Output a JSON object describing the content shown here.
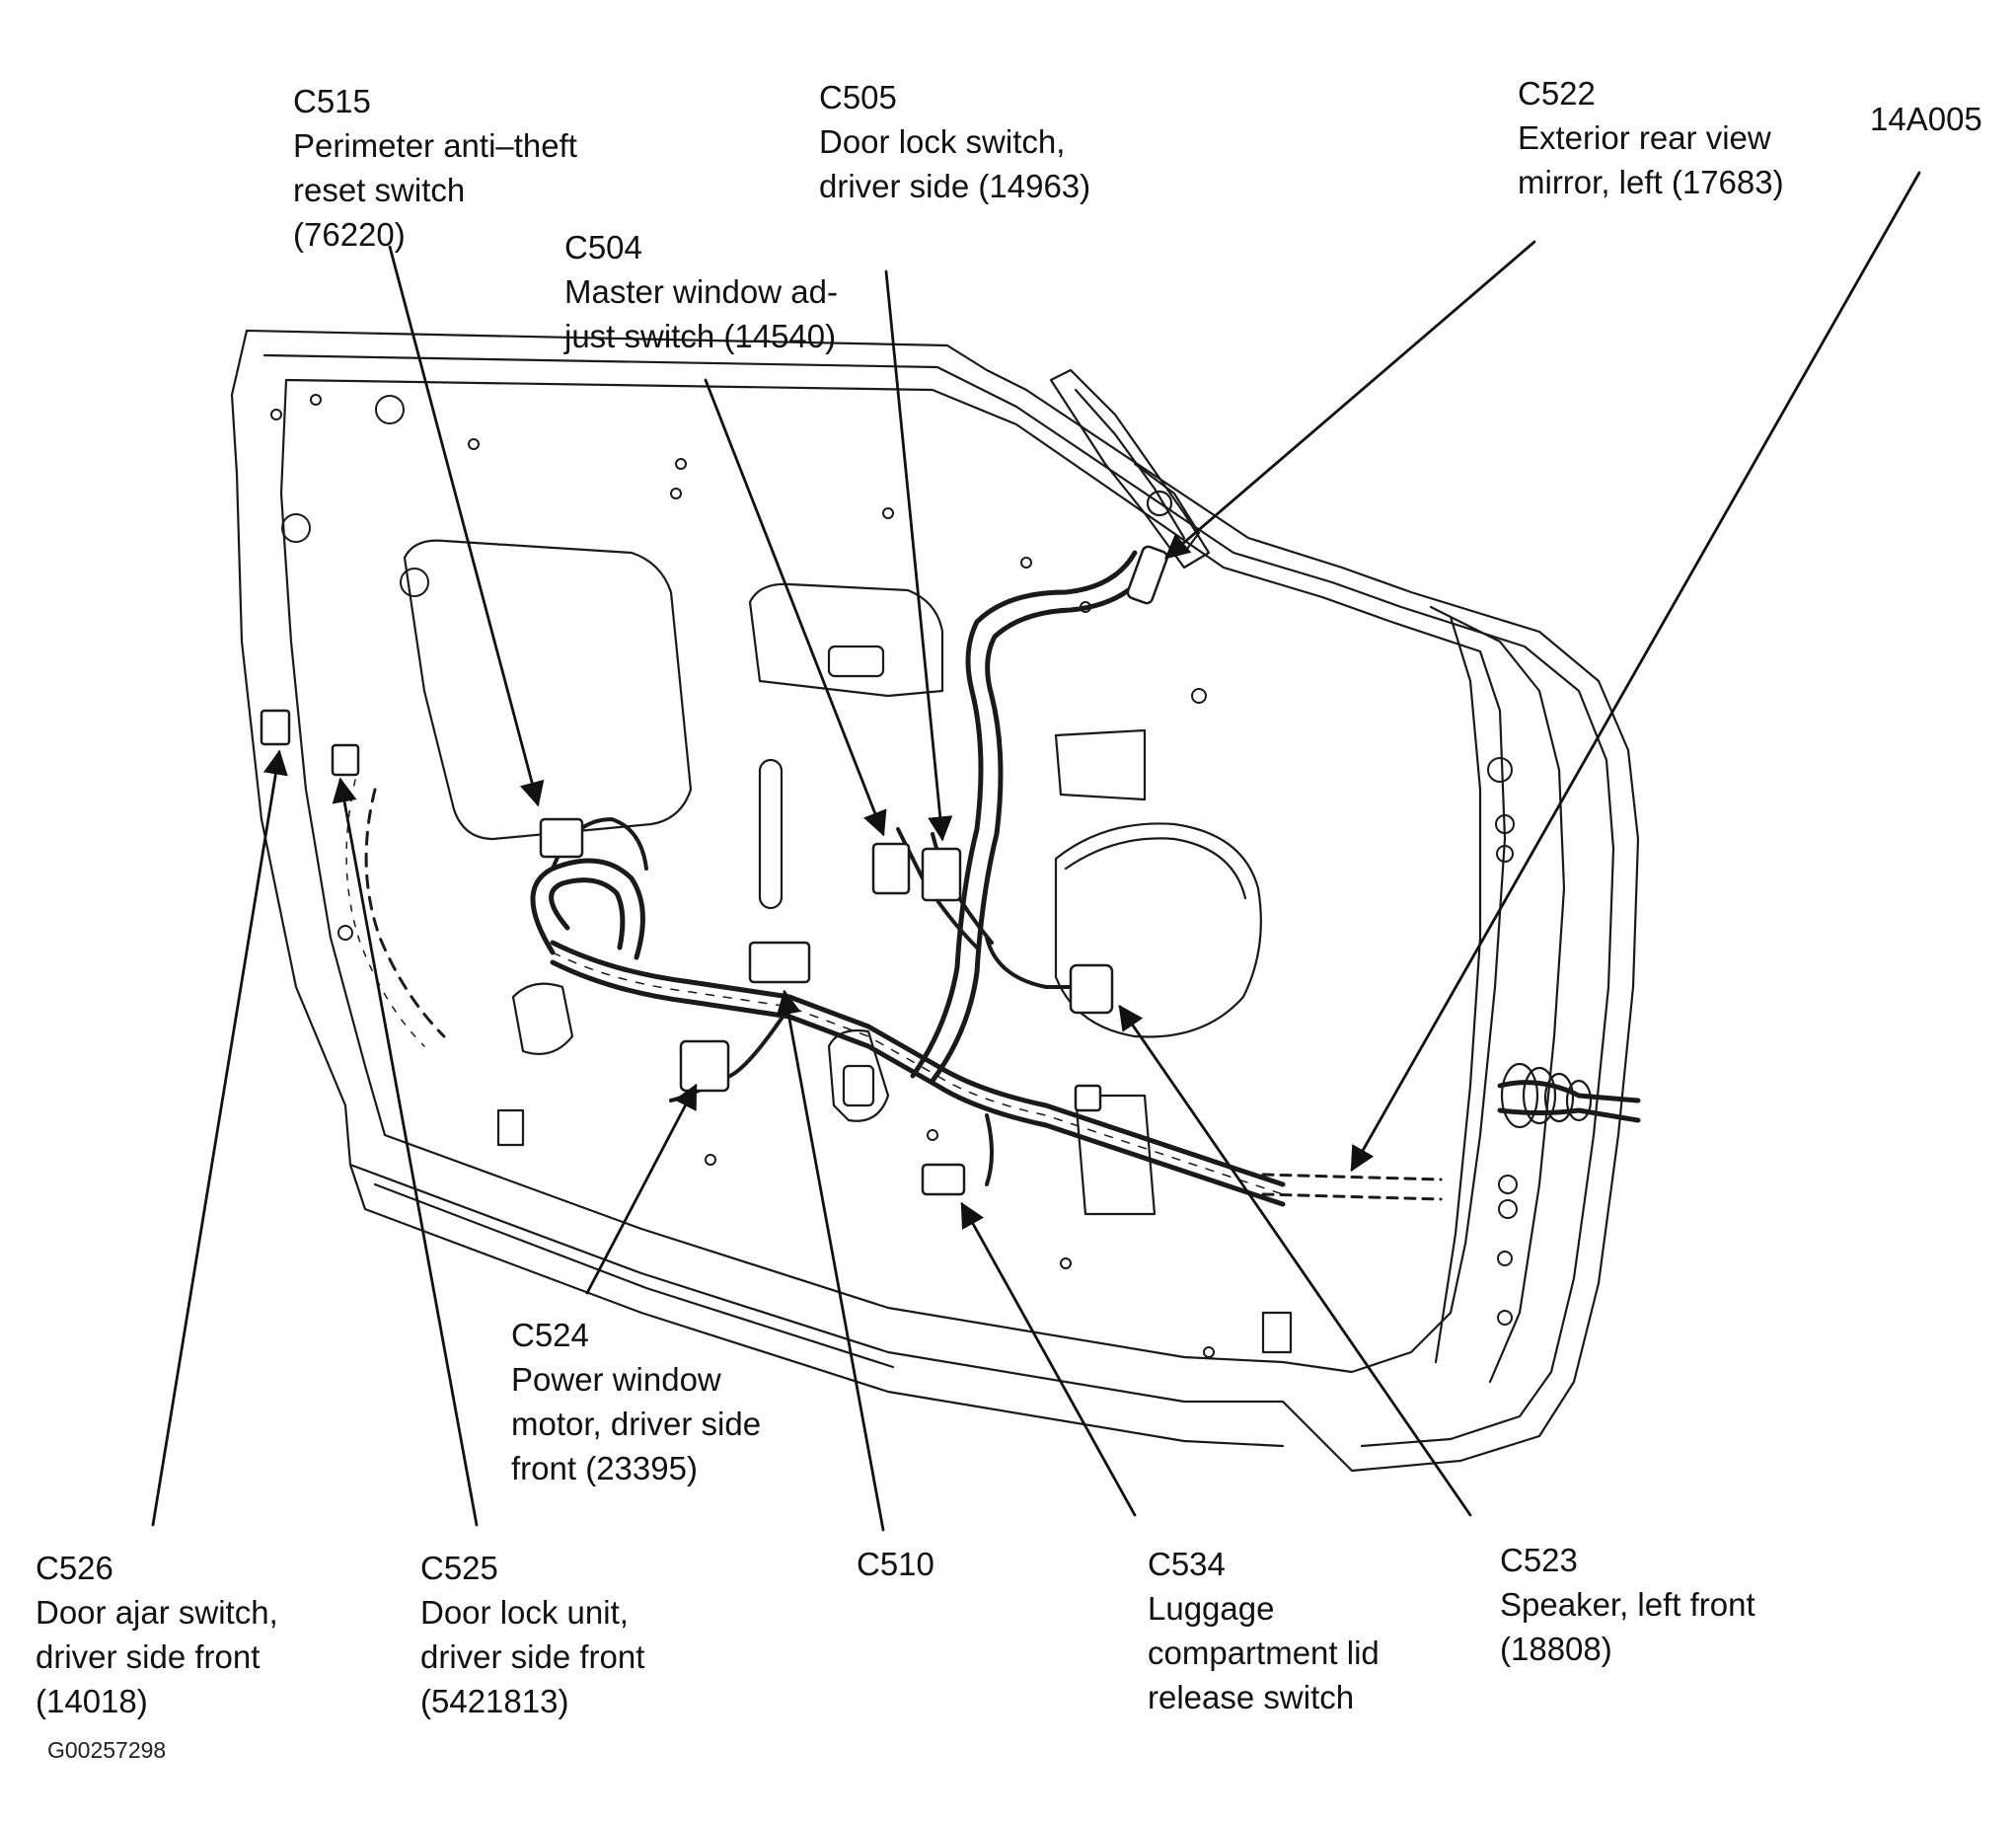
{
  "figure_id": "G00257298",
  "callouts": [
    {
      "id": "c515",
      "code": "C515",
      "desc": "Perimeter anti–theft\nreset switch\n(76220)"
    },
    {
      "id": "c505",
      "code": "C505",
      "desc": "Door lock switch,\ndriver side (14963)"
    },
    {
      "id": "c522",
      "code": "C522",
      "desc": "Exterior rear view\nmirror, left (17683)"
    },
    {
      "id": "14a005",
      "code": "14A005",
      "desc": ""
    },
    {
      "id": "c504",
      "code": "C504",
      "desc": "Master window ad-\njust switch (14540)"
    },
    {
      "id": "c524",
      "code": "C524",
      "desc": "Power window\nmotor, driver side\nfront (23395)"
    },
    {
      "id": "c526",
      "code": "C526",
      "desc": "Door ajar switch,\ndriver side front\n(14018)"
    },
    {
      "id": "c525",
      "code": "C525",
      "desc": "Door lock unit,\ndriver side front\n(5421813)"
    },
    {
      "id": "c510",
      "code": "C510",
      "desc": ""
    },
    {
      "id": "c534",
      "code": "C534",
      "desc": "Luggage\ncompartment lid\nrelease switch"
    },
    {
      "id": "c523",
      "code": "C523",
      "desc": "Speaker, left front\n(18808)"
    }
  ]
}
